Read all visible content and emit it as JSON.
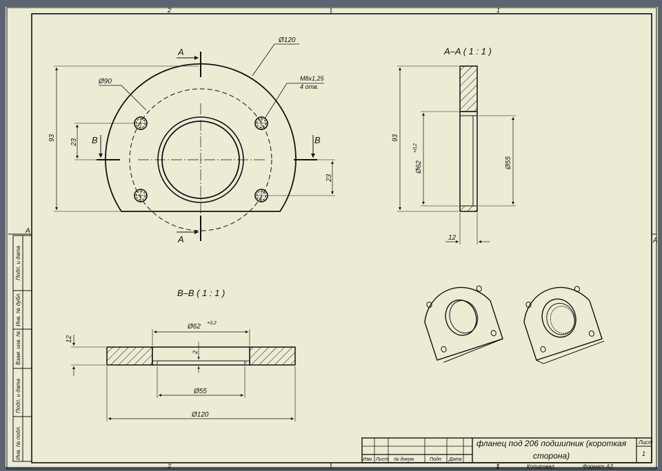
{
  "colors": {
    "paper": "#ecebd4",
    "ink": "#111111",
    "window": "#5b6470"
  },
  "zones": {
    "top_left": "2",
    "top_right": "1",
    "bottom_left": "2",
    "bottom_right": "1",
    "left": "A",
    "right": "A"
  },
  "side_strip": [
    "Подп. и дата",
    "Инв. № дубл.",
    "Взам. инв. №",
    "Подп. и дата",
    "Инв. № подл."
  ],
  "main_view": {
    "cut_a": "A",
    "cut_b": "B",
    "dia_outer": "Ø120",
    "dia_bolt_circle": "Ø90",
    "thread_1": "M8x1,25",
    "thread_2": "4 отв.",
    "dim_height": "93",
    "dim_offset_left": "23",
    "dim_offset_right": "23"
  },
  "section_aa": {
    "title": "A–A ( 1 : 1 )",
    "dim_height": "93",
    "dia_bore": "Ø62",
    "bore_tol": "+0,2",
    "dia_inner": "Ø55",
    "thickness": "12"
  },
  "section_bb": {
    "title": "B–B ( 1 : 1 )",
    "thickness": "12",
    "dia_bore": "Ø62",
    "bore_tol": "+0,2",
    "depth": "2",
    "dia_inner": "Ø55",
    "dia_outer": "Ø120"
  },
  "title_block": {
    "name_line1": "фланец под 206 подшипник (короткая",
    "name_line2": "сторона)",
    "sheet_label": "Лист",
    "sheet_num": "1",
    "headers": [
      "Изм.",
      "Лист",
      "№ докум.",
      "Подп.",
      "Дата"
    ],
    "footer_sheet": "1",
    "copied": "Копировал",
    "format": "Формат A3"
  }
}
